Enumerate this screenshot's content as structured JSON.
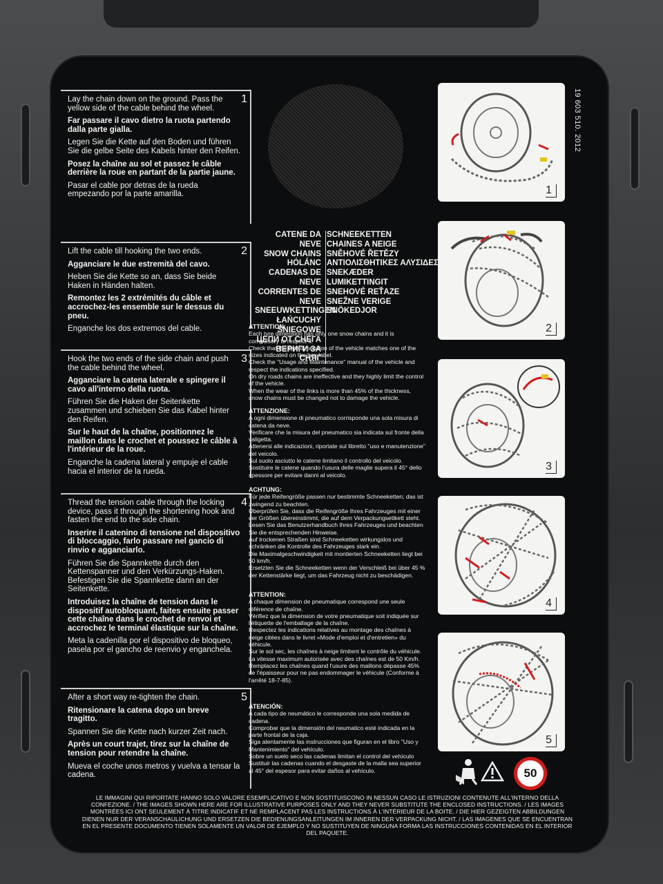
{
  "code": "19 603 510. 2012",
  "steps": [
    {
      "num": "1",
      "en": "Lay the chain down on the ground. Pass the yellow side of the cable behind the wheel.",
      "it": "Far passare il cavo dietro la ruota partendo dalla parte gialla.",
      "de": "Legen Sie die Kette auf den Boden und führen Sie die gelbe Seite des Kabels hinter den Reifen.",
      "fr": "Posez la chaîne au sol et passez le câble derrière la roue en partant de la partie jaune.",
      "es": "Pasar el cable por detras de la rueda empezando por la parte amarilla."
    },
    {
      "num": "2",
      "en": "Lift the cable till hooking the two ends.",
      "it": "Agganciare le due estremità del cavo.",
      "de": "Heben Sie die Kette so an, dass Sie beide Haken in Händen halten.",
      "fr": "Remontez les 2 extrémités du câble et accrochez-les ensemble sur le dessus du pneu.",
      "es": "Enganche los dos extremos del cable."
    },
    {
      "num": "3",
      "en": "Hook the two ends of the side chain and push the cable behind the wheel.",
      "it": "Agganciare la catena laterale e spingere il cavo all'interno della ruota.",
      "de": "Führen Sie die Haken der Seitenkette zusammen und schieben Sie das Kabel hinter den Reifen.",
      "fr": "Sur le haut de la chaîne, positionnez le maillon dans le crochet et poussez le câble à l'intérieur de la roue.",
      "es": "Enganche la cadena lateral y empuje el cable hacia el interior de la rueda."
    },
    {
      "num": "4",
      "en": "Thread the tension cable through the locking device, pass it through the shortening hook and fasten the end to the side chain.",
      "it": "Inserire il catenino di tensione nel dispositivo di bloccaggio, farlo passare nel gancio di rinvio e agganciarlo.",
      "de": "Führen Sie die Spannkette durch den Kettenspanner und den Verkürzungs-Haken. Befestigen Sie die Spannkette dann an der Seitenkette.",
      "fr": "Introduisez la chaîne de tension dans le dispositif autobloquant, faites ensuite passer cette chaîne dans le crochet de renvoi et accrochez le terminal élastique sur la chaîne.",
      "es": "Meta la cadenilla por el dispositivo de bloqueo, pasela por el gancho de reenvio y enganchela."
    },
    {
      "num": "5",
      "en": "After a short way re-tighten the chain.",
      "it": "Ritensionare la catena dopo un breve tragitto.",
      "de": "Spannen Sie die Kette nach kurzer Zeit nach.",
      "fr": "Après un court trajet, tirez sur la chaîne de tension pour retendre la chaîne.",
      "es": "Mueva el coche unos metros y vuelva a tensar la cadena."
    }
  ],
  "names_left": [
    "CATENE DA NEVE",
    "SNOW CHAINS",
    "HÓLÁNC",
    "CADENAS DE NEVE",
    "CORRENTES DE NEVE",
    "SNEEUWKETTINGEN",
    "ŁAŃCUCHY ŚNIEGOWE",
    "ЦЕПИ ОТ СНЕГА",
    "ВЕРИГИ ЗА СНЯГ"
  ],
  "names_right": [
    "SCHNEEKETTEN",
    "CHAINES A NEIGE",
    "SNĚHOVÉ ŘETĚZY",
    "ΑΝΤΙΟΛΙΣΘΗΤΙΚΕΣ ΑΛΥΣΙΔΕΣ",
    "SNEKÆDER",
    "LUMIKETTINGIT",
    "SNEHOVÉ REŤAZE",
    "SNEŽNE VERIGE",
    "SNÖKEDJOR"
  ],
  "warnings": [
    {
      "heading": "ATTENTION:",
      "lines": [
        "Each tyre dimension has only one snow chains and it is compulsory to respect it.",
        "Check that the tyre dimension of the vehicle matches one of the sizes indicated on the box label.",
        "Check the \"Usage and Maintenance\" manual of the vehicle and respect the indications specified.",
        "On dry roads chains are ineffective and they highly limit the control of the vehicle.",
        "When the wear of the links is more than 45% of the thickness, snow chains must be changed not to damage the vehicle."
      ]
    },
    {
      "heading": "ATTENZIONE:",
      "lines": [
        "A ogni dimensione di pneumatico corrisponde una sola misura di catena da neve.",
        "Verificare che la misura del pneumatico sia indicata sul fronte della valigetta.",
        "Attenersi alle indicazioni, riportate sul libretto \"uso e manutenzione\" del veicolo.",
        "Sul suolo asciutto le catene limitano il controllo del veicolo.",
        "Sostituire le catene quando l'usura delle maglie supera il 45° dello spessore per evitare danni al veicolo."
      ]
    },
    {
      "heading": "ACHTUNG:",
      "lines": [
        "Für jede Reifengröße passen nur bestimmte Schneeketten; das ist zwingend zu beachten.",
        "Überprüfen Sie, dass die Reifengröße Ihres Fahrzeuges mit einer der Größen übereinstimmt, die auf dem Verpackungsetikett steht. Lesen Sie das Benutzerhandbuch Ihres Fahrzeuges und beachten Sie die entsprechenden Hinweise.",
        "Auf trockenen Straßen sind Schneeketten wirkungslos und schränken die Kontrolle des Fahrzeuges stark ein.",
        "Die Maximalgeschwindigkeit mit montierten Schneeketten liegt bei 50 km/h.",
        "Ersetzten Sie die Schneeketten wenn der Verschleiß bei über 45 % der Kettenstärke liegt, um das Fahrzeug nicht zu beschädigen."
      ]
    },
    {
      "heading": "ATTENTION:",
      "lines": [
        "A chaque dimension de pneumatique correspond une seule référence de chaîne.",
        "Vérifiez que la dimension de votre pneumatique soit indiquée sur l'étiquette de l'emballage de la chaîne.",
        "Respectez les indications relatives au montage des chaînes à neige citées dans le livret «Mode d'emploi et d'entretien» du véhicule.",
        "Sur le sol sec, les chaînes à neige limitent le contrôle du véhicule.",
        "La vitesse maximum autorisée avec des chaînes est de 50 Km/h.",
        "Remplacez les chaînes quand l'usure des maillons dépasse 45% de l'épaisseur pour ne pas endommager le véhicule (Conforme à l'arrêté 18-7-85)."
      ]
    },
    {
      "heading": "ATENCIÓN:",
      "lines": [
        "A cada tipo de neumático le corresponde una sola medida de cadena.",
        "Comprobar que la dimensión del neumatico esté indicada en la parte frontal de la caja.",
        "Siga atentamente las instrucciones que figuran en el libro \"Uso y Mantenimiento\" del vehículo.",
        "Sobre un suelo seco las cadenas limitan el control del vehículo",
        "Sustituir las cadenas cuando el desgaste de la malla sea superior al 45° del espesor para evitar daños al vehículo."
      ]
    }
  ],
  "illus_nums": [
    "1",
    "2",
    "3",
    "4",
    "5"
  ],
  "speed_limit": "50",
  "footer": "LE IMMAGINI QUI RIPORTATE HANNO SOLO VALORE ESEMPLICATIVO E NON SOSTITUISCONO IN NESSUN CASO LE ISTRUZIONI CONTENUTE ALL'INTERNO DELLA CONFEZIONE. / THE IMAGES SHOWN HERE ARE FOR ILLUSTRATIVE PURPOSES ONLY AND THEY NEVER SUBSTITUTE THE ENCLOSED INSTRUCTIONS. / LES IMAGES MONTRÉES ICI ONT SEULEMENT À TITRE INDICATIF ET NE REMPLACENT PAS LES INSTRUCTIONS À L'INTÉRIEUR DE LA BOITE. / DIE HIER GEZEIGTEN ABBILDUNGEN DIENEN NUR DER VERANSCHAULICHUNG UND ERSETZEN DIE BEDIENUNGSANLEITUNGEN IM INNEREN DER VERPACKUNG NICHT. / LAS IMAGENES QUE SE ENCUENTRAN EN EL PRESENTE DOCUMENTO TIENEN SOLAMENTE UN VALOR DE EJEMPLO Y NO SUSTITUYEN DE NINGUNA FORMA LAS INSTRUCCIONES CONTENIDAS EN EL INTERIOR DEL PAQUETE.",
  "colors": {
    "label_bg": "#0c0d0e",
    "text": "#f2f2f2",
    "accent_red": "#d11d1d",
    "accent_yellow": "#e6c21a"
  }
}
